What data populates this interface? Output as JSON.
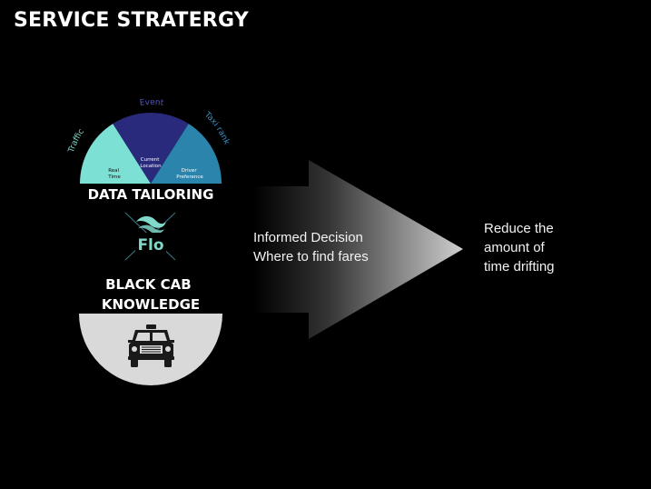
{
  "page": {
    "title": "SERVICE STRATERGY"
  },
  "gauge": {
    "arc_labels": {
      "left": "Traffic",
      "top": "Event",
      "right": "Taxi rank"
    },
    "segments": {
      "left": "Real\nTime",
      "center": "Current\nLocation",
      "right": "Driver\nPreference"
    },
    "caption": "DATA TAILORING"
  },
  "logo": {
    "text": "Flo"
  },
  "knowledge": {
    "line1": "BLACK CAB",
    "line2": "KNOWLEDGE"
  },
  "arrow": {
    "line1": "Informed Decision",
    "line2": "Where to find fares"
  },
  "outcome": {
    "line1": "Reduce the",
    "line2": "amount of",
    "line3": "time drifting"
  },
  "colors": {
    "background": "#000000",
    "segment_teal": "#7de0d4",
    "segment_navy": "#2a2a7d",
    "segment_blue": "#2a84ab",
    "arc_label_teal": "#7fd8c9",
    "arc_label_navy": "#5357c4",
    "arc_label_blue": "#3a8fc0",
    "cab_semicircle": "#d9d9d9",
    "arrow_light": "#c9c9c9"
  }
}
